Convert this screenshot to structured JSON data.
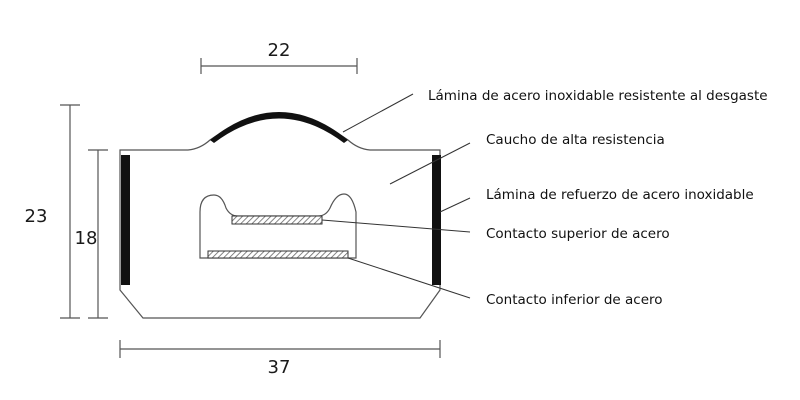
{
  "dimensions": {
    "top_width": "22",
    "total_height": "23",
    "inner_height": "18",
    "bottom_width": "37"
  },
  "labels": {
    "wear_plate": "Lámina de acero inoxidable resistente al desgaste",
    "rubber": "Caucho de alta resistencia",
    "reinforcement_plate": "Lámina de refuerzo de acero inoxidable",
    "upper_contact": "Contacto superior de acero",
    "lower_contact": "Contacto inferior de acero"
  },
  "colors": {
    "steel_plate": "#111111",
    "contact_fill": "#bdbdbd",
    "outline": "#555555"
  }
}
